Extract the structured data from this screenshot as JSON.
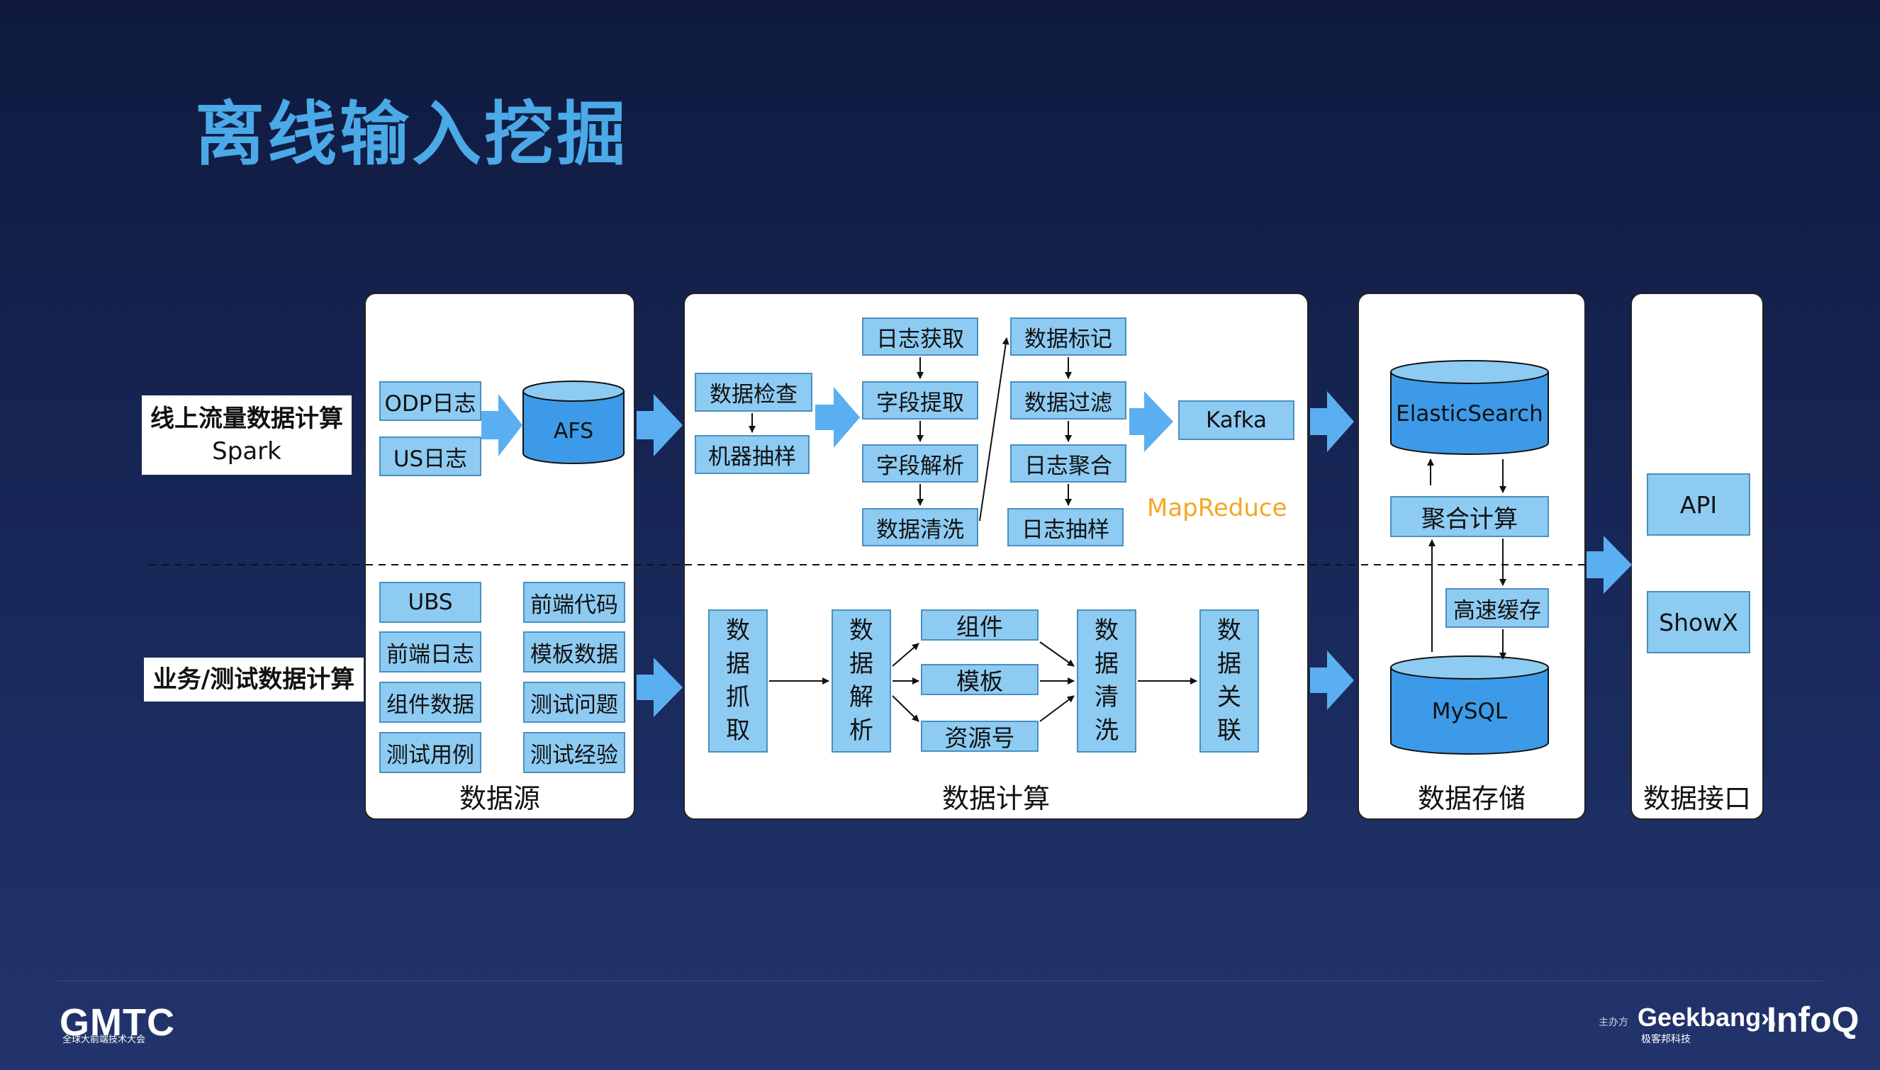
{
  "title": "离线输入挖掘",
  "side_labels": {
    "online": {
      "line1": "线上流量数据计算",
      "line2": "Spark"
    },
    "business": {
      "line1": "业务/测试数据计算"
    }
  },
  "panels": {
    "source": {
      "label": "数据源"
    },
    "compute": {
      "label": "数据计算"
    },
    "storage": {
      "label": "数据存储"
    },
    "interface": {
      "label": "数据接口"
    }
  },
  "source": {
    "odp": "ODP日志",
    "us": "US日志",
    "afs": "AFS",
    "items": [
      "UBS",
      "前端代码",
      "前端日志",
      "模板数据",
      "组件数据",
      "测试问题",
      "测试用例",
      "测试经验"
    ]
  },
  "compute_top": {
    "check": "数据检查",
    "sample": "机器抽样",
    "col2": [
      "日志获取",
      "字段提取",
      "字段解析",
      "数据清洗"
    ],
    "col3": [
      "数据标记",
      "数据过滤",
      "日志聚合",
      "日志抽样"
    ],
    "kafka": "Kafka",
    "mapreduce": "MapReduce"
  },
  "compute_bottom": {
    "crawl": [
      "数",
      "据",
      "抓",
      "取"
    ],
    "parse": [
      "数",
      "据",
      "解",
      "析"
    ],
    "mid": [
      "组件",
      "模板",
      "资源号"
    ],
    "clean": [
      "数",
      "据",
      "清",
      "洗"
    ],
    "assoc": [
      "数",
      "据",
      "关",
      "联"
    ]
  },
  "storage": {
    "es": "ElasticSearch",
    "agg": "聚合计算",
    "cache": "高速缓存",
    "mysql": "MySQL"
  },
  "interface": {
    "api": "API",
    "showx": "ShowX"
  },
  "footer": {
    "gmtc": "GMTC",
    "gmtc_sub": "全球大前端技术大会",
    "host": "主办方",
    "geekbang": "Geekbang›.",
    "geekbang_sub": "极客邦科技",
    "infoq": "InfoQ"
  },
  "colors": {
    "box_fill": "#8ecbf2",
    "db_fill": "#3d9ae8",
    "arrow_fill": "#5aaff0",
    "title": "#4aa9e6",
    "accent_orange": "#f5a623"
  }
}
